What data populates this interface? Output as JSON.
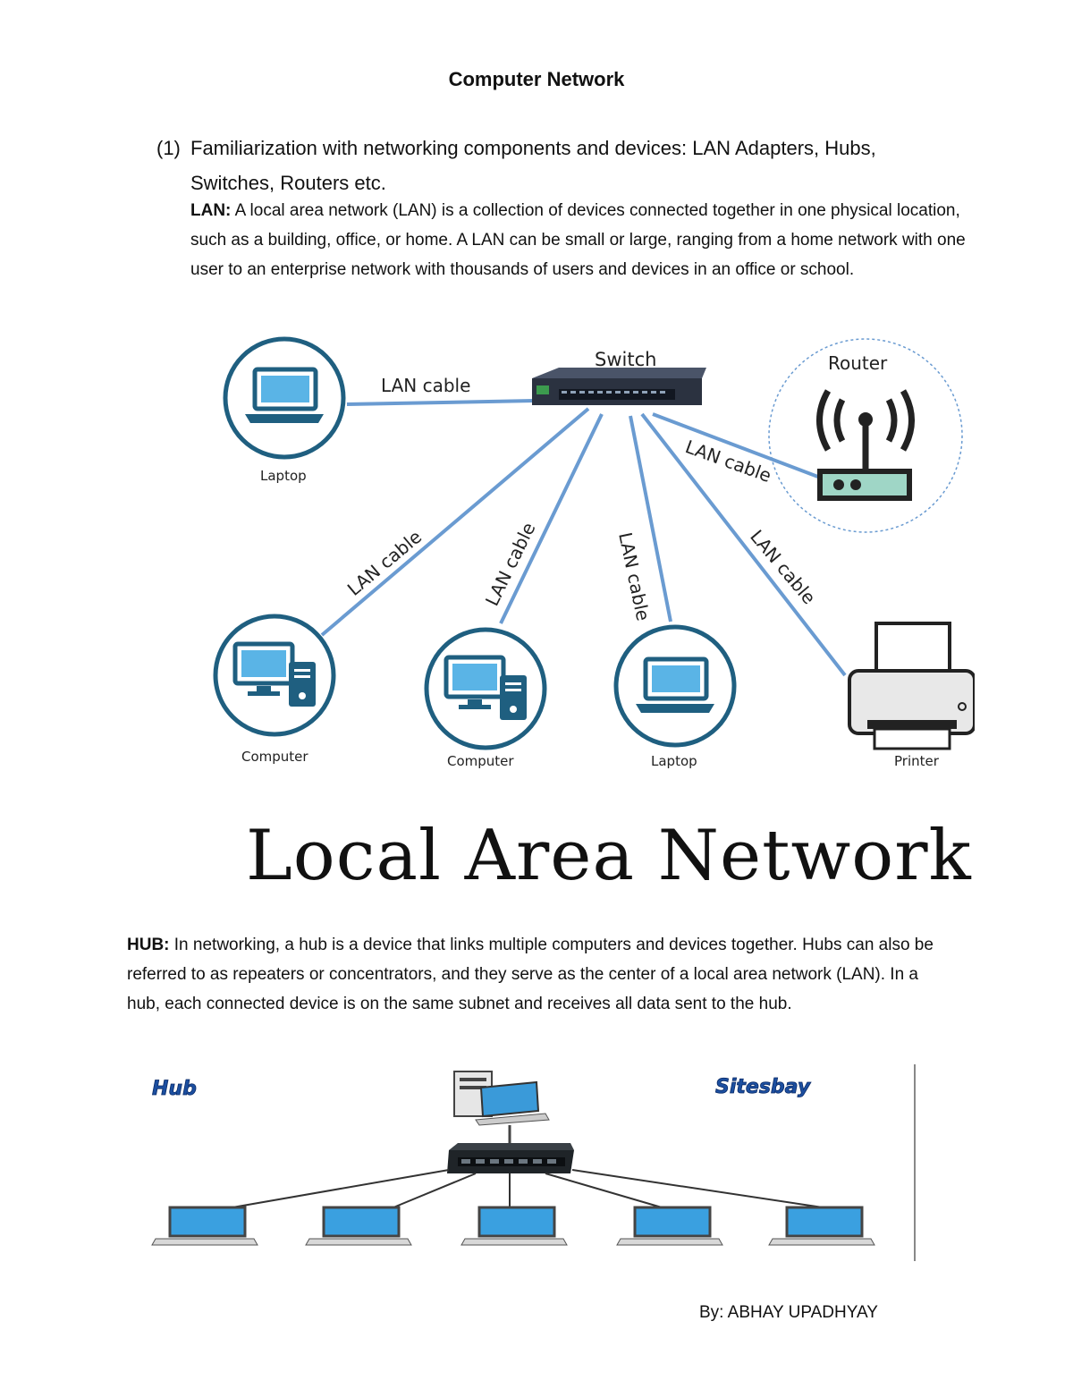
{
  "document": {
    "title": "Computer Network",
    "item_number": "(1)",
    "item_heading": "Familiarization with networking components and devices: LAN Adapters, Hubs, Switches, Routers etc.",
    "lan": {
      "label": "LAN:",
      "text": "A local area network (LAN) is a collection of devices connected together in one physical location, such as a building, office, or home. A LAN can be small or large, ranging from a home network with one user to an enterprise network with thousands of users and devices in an office or school."
    },
    "lan_diagram": {
      "switch_label": "Switch",
      "router_label": "Router",
      "cable_label": "LAN cable",
      "devices": {
        "laptop_top": "Laptop",
        "computer_1": "Computer",
        "computer_2": "Computer",
        "laptop_bottom": "Laptop",
        "printer": "Printer"
      }
    },
    "big_title": "Local Area Network",
    "hub": {
      "label": "HUB:",
      "text": "In networking, a hub is a device that links multiple computers and devices together. Hubs can also be referred to as repeaters or concentrators, and they serve as the center of a local area network (LAN). In a hub, each connected device is on the same subnet and receives all data sent to the hub."
    },
    "hub_diagram": {
      "left_label": "Hub",
      "right_label": "Sitesbay"
    },
    "byline": "By: ABHAY UPADHYAY"
  },
  "colors": {
    "cable": "#6a9bd1",
    "icon_ring": "#1f5f80",
    "icon_fill": "#5ab4e6",
    "router_led": "#9fd6c6",
    "hub_label": "#1c4fa0"
  }
}
